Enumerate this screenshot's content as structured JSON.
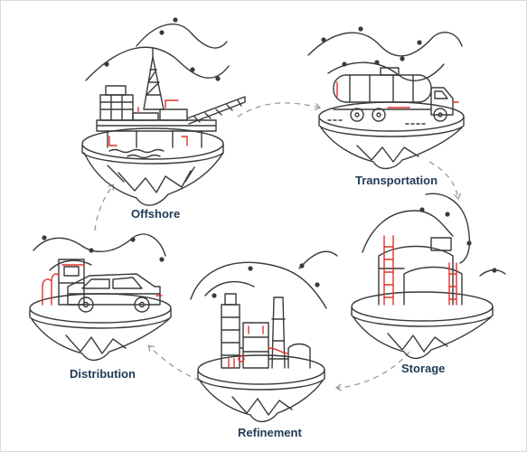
{
  "stages": {
    "offshore": "Offshore",
    "transportation": "Transportation",
    "storage": "Storage",
    "refinement": "Refinement",
    "distribution": "Distribution"
  },
  "colors": {
    "ink": "#3a3a3a",
    "accent": "#e0302b",
    "label": "#1f3a56",
    "arrow": "#9a9a9a",
    "border": "#d9d9d9"
  }
}
